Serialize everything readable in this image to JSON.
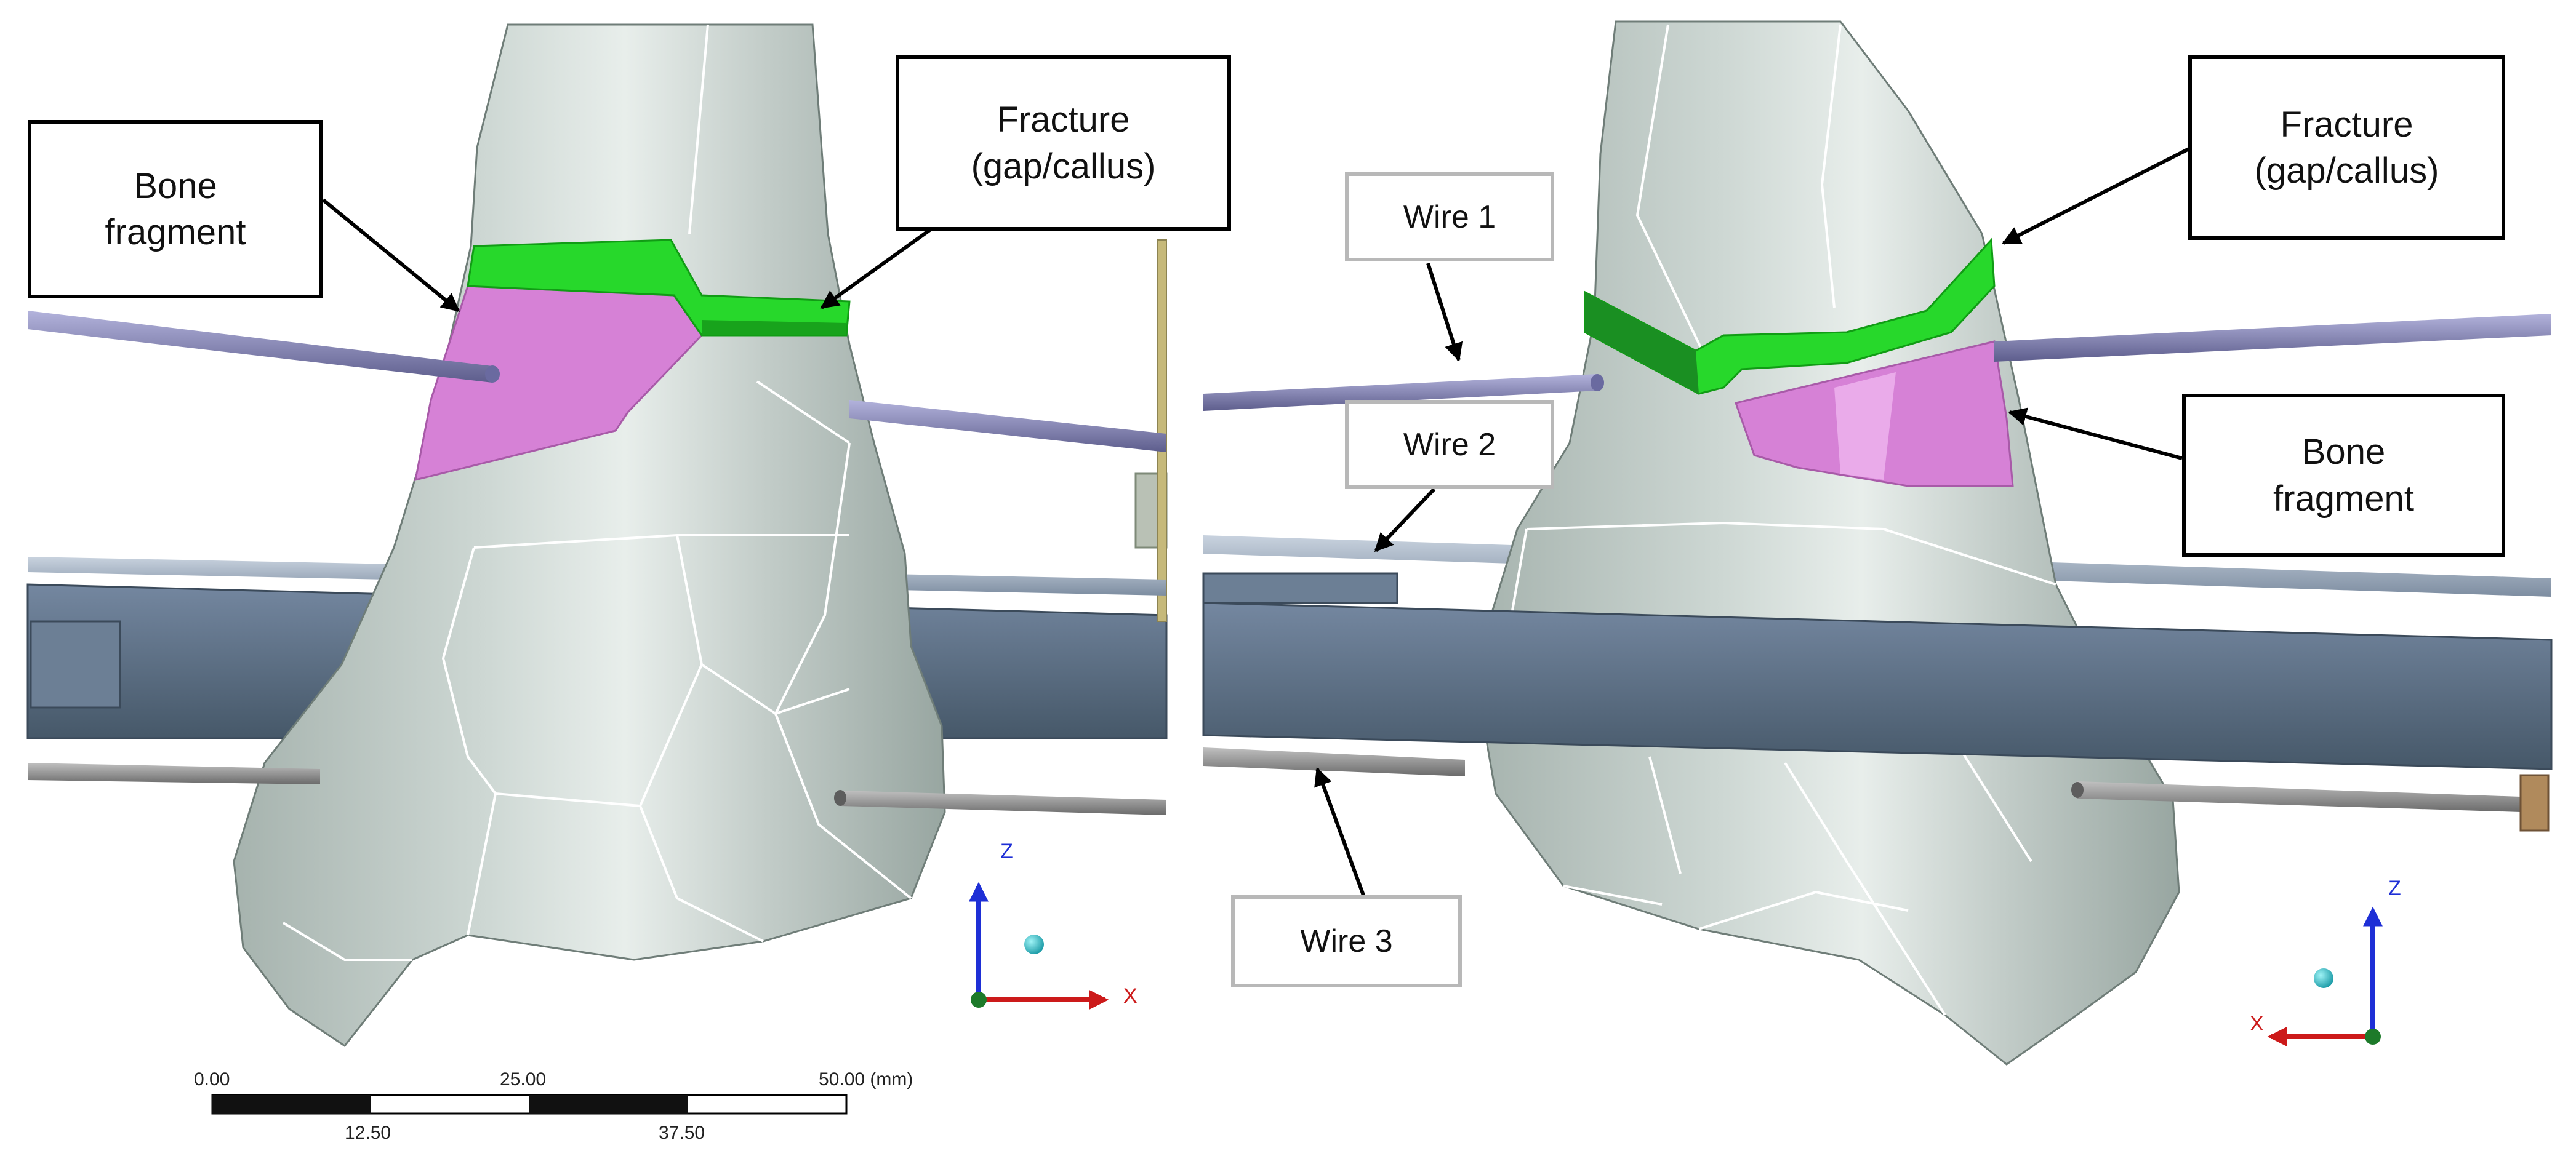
{
  "panels": {
    "left": {
      "labels": {
        "bone_fragment": "Bone\nfragment",
        "fracture": "Fracture\n(gap/callus)"
      },
      "triad": {
        "axis_up": "Z",
        "axis_side": "X"
      },
      "scale_bar": {
        "top_ticks": [
          "0.00",
          "25.00",
          "50.00 (mm)"
        ],
        "bottom_ticks": [
          "12.50",
          "37.50"
        ]
      }
    },
    "right": {
      "labels": {
        "fracture": "Fracture\n(gap/callus)",
        "bone_fragment": "Bone\nfragment",
        "wire_1": "Wire 1",
        "wire_2": "Wire 2",
        "wire_3": "Wire 3"
      },
      "triad": {
        "axis_up": "Z",
        "axis_side": "X"
      }
    }
  },
  "colors": {
    "bone": "#c9d3cf",
    "fracture_gap": "#27d82b",
    "bone_fragment": "#d681d6",
    "wire_upper": "#7f7fb0",
    "wire_middle": "#a5b3c4",
    "wire_lower": "#8c8c8c",
    "frame_bar": "#5d7087"
  }
}
